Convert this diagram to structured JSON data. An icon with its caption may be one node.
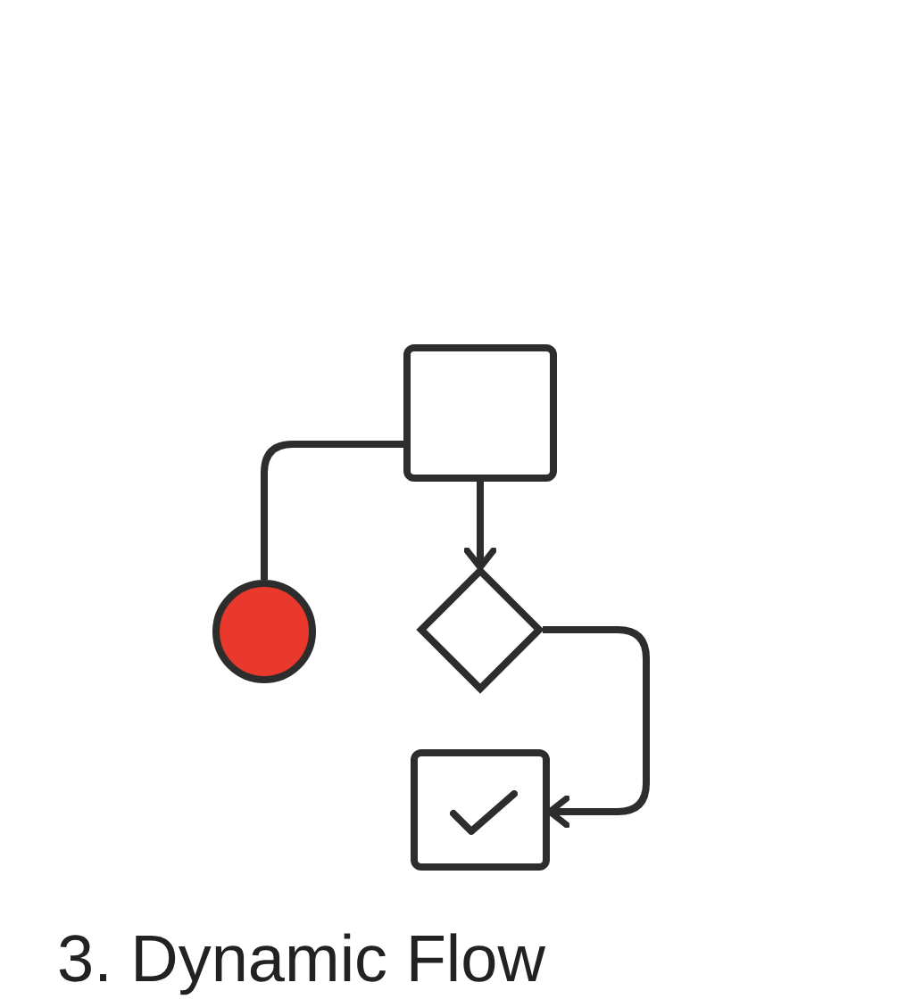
{
  "diagram": {
    "title": "3. Dynamic Flow",
    "nodes": [
      {
        "text": [],
        "shape": "box"
      },
      {
        "text": [],
        "shape": "circle"
      },
      {
        "text": [],
        "shape": "diamond"
      },
      {
        "text": [],
        "shape": "box"
      }
    ],
    "edges": [
      {
        "from": 0,
        "to": 1,
        "arrow": "none"
      },
      {
        "from": 0,
        "to": 2,
        "arrow": "to"
      },
      {
        "from": 2,
        "to": 3,
        "arrow": "to"
      }
    ]
  }
}
